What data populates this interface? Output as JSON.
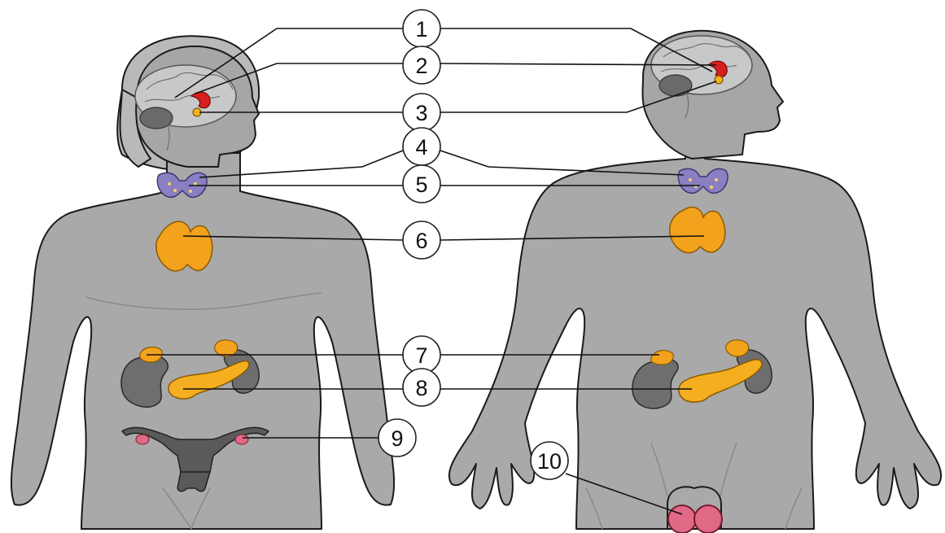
{
  "callouts": [
    {
      "label": "1"
    },
    {
      "label": "2"
    },
    {
      "label": "3"
    },
    {
      "label": "4"
    },
    {
      "label": "5"
    },
    {
      "label": "6"
    },
    {
      "label": "7"
    },
    {
      "label": "8"
    },
    {
      "label": "9"
    },
    {
      "label": "10"
    }
  ],
  "colors": {
    "body": "#a9a9a9",
    "hypothalamus": "#d81e1e",
    "glands": "#f2a21c",
    "thyroid": "#8a7fc0",
    "gonads": "#e06a86",
    "kidney": "#6e6e6e"
  }
}
